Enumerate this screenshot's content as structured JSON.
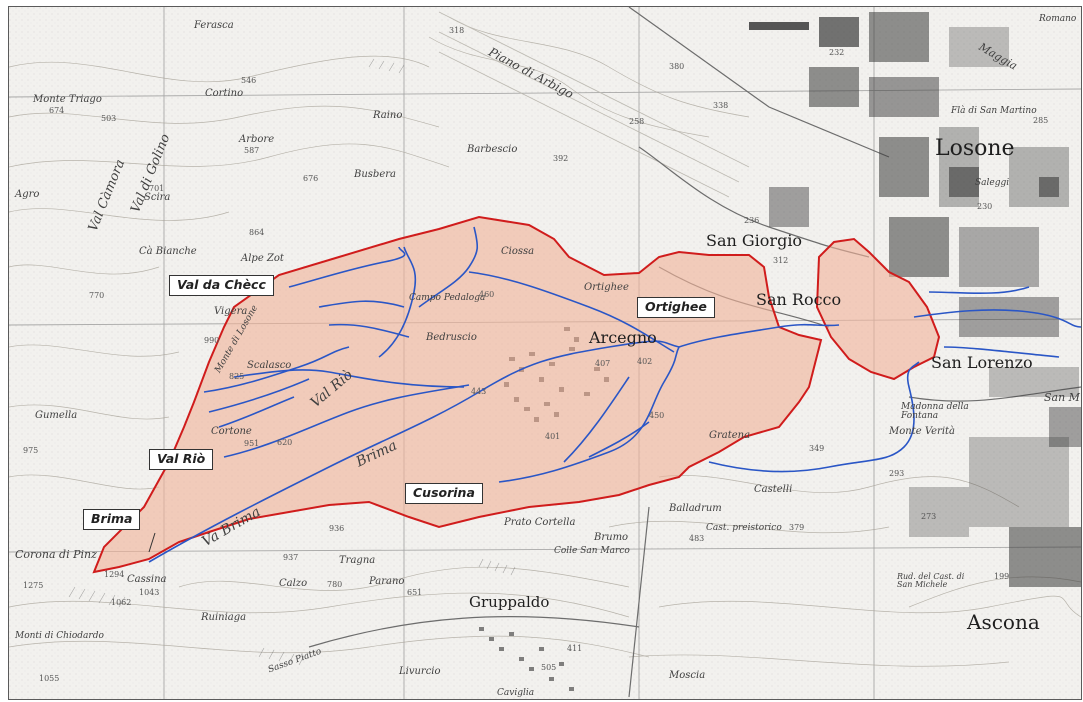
{
  "map": {
    "callouts": {
      "val_da_checc": "Val da Chècc",
      "ortighee": "Ortighee",
      "val_rio": "Val Riò",
      "cusorina": "Cusorina",
      "brima": "Brima"
    },
    "towns": {
      "losone": "Losone",
      "ascona": "Ascona",
      "san_giorgio": "San Giorgio",
      "san_rocco": "San Rocco",
      "san_lorenzo": "San Lorenzo",
      "arcegno": "Arcegno",
      "gruppaldo": "Gruppaldo"
    },
    "places": {
      "ferasca": "Ferasca",
      "monte_triago": "Monte Triago",
      "cortino": "Cortino",
      "raino": "Raino",
      "barbescio": "Barbescio",
      "piano_di_arbigo": "Piano di Arbigo",
      "val_camora": "Val Càmora",
      "val_di_golino": "Val di Golino",
      "arbore": "Arbore",
      "busbera": "Busbera",
      "agro": "Agro",
      "scira": "Scira",
      "ca_bianche": "Cà Bianche",
      "alpe_zot": "Alpe Zot",
      "vigera": "Vigera",
      "ciossa": "Ciossa",
      "campo_pedaloga": "Campo Pedaloga",
      "ortighee_small": "Ortighee",
      "bedruscio": "Bedruscio",
      "scalasco": "Scalasco",
      "monte_di_losone": "Monte di Losone",
      "gumella": "Gumella",
      "cortone": "Cortone",
      "val_rio_map": "Val Riò",
      "brima_map": "Brima",
      "val_brima": "Va Brima",
      "gratena": "Gratena",
      "castelli": "Castelli",
      "balladrum": "Balladrum",
      "cast_preistorico": "Cast. preistorico",
      "prato_cortella": "Prato Cortella",
      "brumo": "Brumo",
      "colle_san_marco": "Colle San Marco",
      "corona_di_pinz": "Corona di Pinz",
      "cassina": "Cassina",
      "tragna": "Tragna",
      "parano": "Parano",
      "calzo": "Calzo",
      "ruiniaga": "Ruiniaga",
      "monti_di_chiodardo": "Monti di Chiodardo",
      "livurcio": "Livurcio",
      "mosera": "Moscia",
      "sasso_piatto": "Sasso Piatto",
      "madonna_della_fontana": "Madonna della Fontana",
      "monte_verita": "Monte Verità",
      "san_martino": "Flà di San Martino",
      "saleggi": "Saleggi",
      "romano": "Romano",
      "maggia": "Maggia",
      "san_michele": "Rud. del Cast. di San Michele",
      "san_m": "San M",
      "cavigliano": "Caviglia"
    },
    "elevations": [
      "674",
      "503",
      "546",
      "587",
      "676",
      "701",
      "770",
      "864",
      "825",
      "990",
      "951",
      "620",
      "443",
      "407",
      "402",
      "450",
      "460",
      "401",
      "349",
      "379",
      "483",
      "936",
      "937",
      "780",
      "651",
      "1043",
      "1062",
      "975",
      "1275",
      "1294",
      "318",
      "338",
      "258",
      "392",
      "232",
      "285",
      "312",
      "273",
      "293",
      "199",
      "380",
      "230",
      "236",
      "505",
      "411",
      "1055"
    ]
  }
}
